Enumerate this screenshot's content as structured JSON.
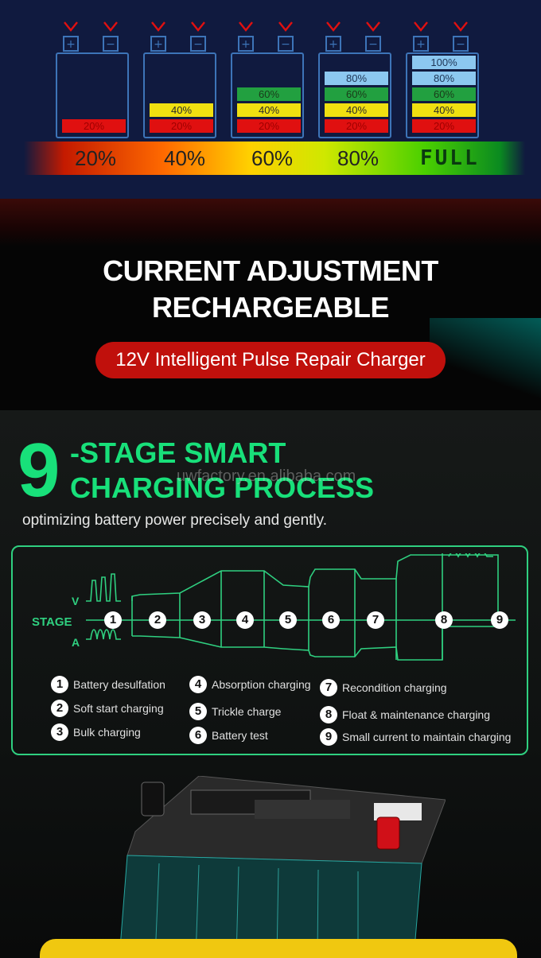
{
  "batteries": [
    {
      "label": "20%",
      "cells": [
        {
          "text": "20%",
          "color": "red"
        }
      ]
    },
    {
      "label": "40%",
      "cells": [
        {
          "text": "20%",
          "color": "red"
        },
        {
          "text": "40%",
          "color": "yellow"
        }
      ]
    },
    {
      "label": "60%",
      "cells": [
        {
          "text": "20%",
          "color": "red"
        },
        {
          "text": "40%",
          "color": "yellow"
        },
        {
          "text": "60%",
          "color": "green"
        }
      ]
    },
    {
      "label": "80%",
      "cells": [
        {
          "text": "20%",
          "color": "red"
        },
        {
          "text": "40%",
          "color": "yellow"
        },
        {
          "text": "60%",
          "color": "green"
        },
        {
          "text": "80%",
          "color": "blue"
        }
      ]
    },
    {
      "label": "FULL",
      "cells": [
        {
          "text": "20%",
          "color": "red"
        },
        {
          "text": "40%",
          "color": "yellow"
        },
        {
          "text": "60%",
          "color": "green"
        },
        {
          "text": "80%",
          "color": "blue"
        },
        {
          "text": "100%",
          "color": "blue"
        }
      ]
    }
  ],
  "terminals": {
    "plus": "+",
    "minus": "−"
  },
  "headline": {
    "line1": "CURRENT ADJUSTMENT",
    "line2": "RECHARGEABLE",
    "pill": "12V Intelligent Pulse Repair Charger"
  },
  "process": {
    "number": "9",
    "title1": "-STAGE SMART",
    "title2": "CHARGING PROCESS",
    "subtitle": "optimizing battery power precisely and gently.",
    "watermark": "uwfactory.en.alibaba.com",
    "stage_label": "STAGE",
    "v_label": "V",
    "a_label": "A",
    "stages": [
      "1",
      "2",
      "3",
      "4",
      "5",
      "6",
      "7",
      "8",
      "9"
    ],
    "legend": [
      {
        "n": "1",
        "text": "Battery desulfation"
      },
      {
        "n": "2",
        "text": "Soft start charging"
      },
      {
        "n": "3",
        "text": "Bulk charging"
      },
      {
        "n": "4",
        "text": "Absorption charging"
      },
      {
        "n": "5",
        "text": "Trickle charge"
      },
      {
        "n": "6",
        "text": "Battery test"
      },
      {
        "n": "7",
        "text": "Recondition charging"
      },
      {
        "n": "8",
        "text": "Float & maintenance charging"
      },
      {
        "n": "9",
        "text": "Small current to maintain charging"
      }
    ]
  },
  "colors": {
    "accent_green": "#18e07a",
    "pill_red": "#c0100c",
    "panel_blue": "#101a3f"
  }
}
